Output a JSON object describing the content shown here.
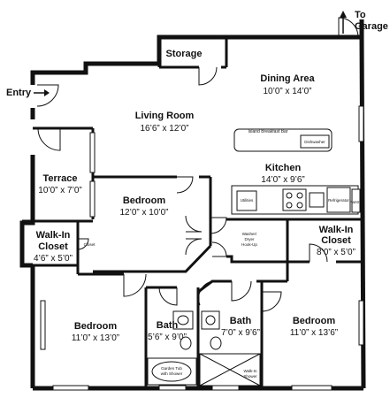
{
  "rooms": {
    "storage": {
      "name": "Storage"
    },
    "dining": {
      "name": "Dining Area",
      "dim": "10’0” x 14’0”"
    },
    "living": {
      "name": "Living Room",
      "dim": "16’6” x 12’0”"
    },
    "kitchen": {
      "name": "Kitchen",
      "dim": "14’0” x 9’6”"
    },
    "terrace": {
      "name": "Terrace",
      "dim": "10’0” x 7’0”"
    },
    "bedroom_center": {
      "name": "Bedroom",
      "dim": "12’0” x 10’0”"
    },
    "walkin_left": {
      "name": "Walk-In",
      "name2": "Closet",
      "dim": "4’6” x 5’0”"
    },
    "walkin_right": {
      "name": "Walk-In",
      "name2": "Closet",
      "dim": "8’0” x 5’0”"
    },
    "bedroom_left": {
      "name": "Bedroom",
      "dim": "11’0” x 13’0”"
    },
    "bath_left": {
      "name": "Bath",
      "dim": "5’6” x 9’0”"
    },
    "bath_right": {
      "name": "Bath",
      "dim": "7’0” x 9’6”"
    },
    "bedroom_right": {
      "name": "Bedroom",
      "dim": "11’0” x 13’6”"
    }
  },
  "fixtures": {
    "island": "Island Breakfast Bar",
    "dishwasher": "Dishwasher",
    "utilities": "Utilities",
    "refrigerator": "Refrigerator",
    "pantry": "Pantry",
    "washer": [
      "Washer/",
      "Dryer",
      "Hook-Up"
    ],
    "closet": "Closet",
    "garden_tub": [
      "Garden Tub",
      "with Shower"
    ],
    "walkin_shower": [
      "Walk-In",
      "Shower"
    ]
  },
  "labels": {
    "entry": "Entry",
    "to_garage_1": "To",
    "to_garage_2": "Garage"
  }
}
